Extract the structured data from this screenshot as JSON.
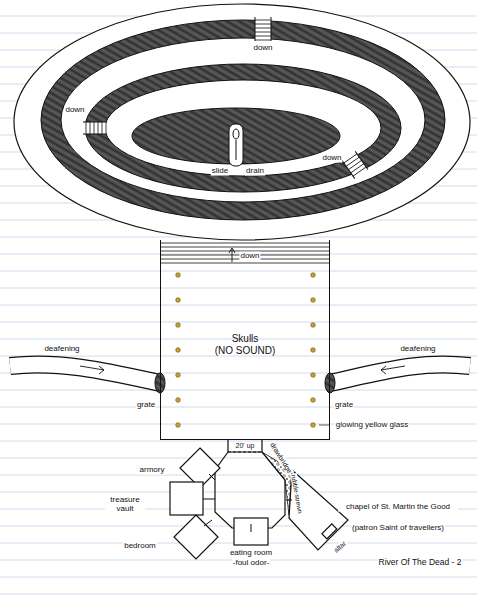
{
  "diagram": {
    "caption": "River Of The Dead - 2",
    "nodes": [
      {
        "text": [
          "Skulls",
          "(NO SOUND)"
        ]
      }
    ],
    "labels": [
      "down",
      "down",
      "slide",
      "drain",
      "down",
      "down",
      "deafening",
      "deafening",
      "grate",
      "grate",
      "glowing yellow glass",
      "20' up",
      "drawbridge",
      "rubble-strewn",
      "armory",
      "treasure vault",
      "bedroom",
      "eating room",
      "-foul odor-",
      "chapel of St. Martin the Good",
      "(patron Saint of travellers)",
      "altar"
    ]
  }
}
